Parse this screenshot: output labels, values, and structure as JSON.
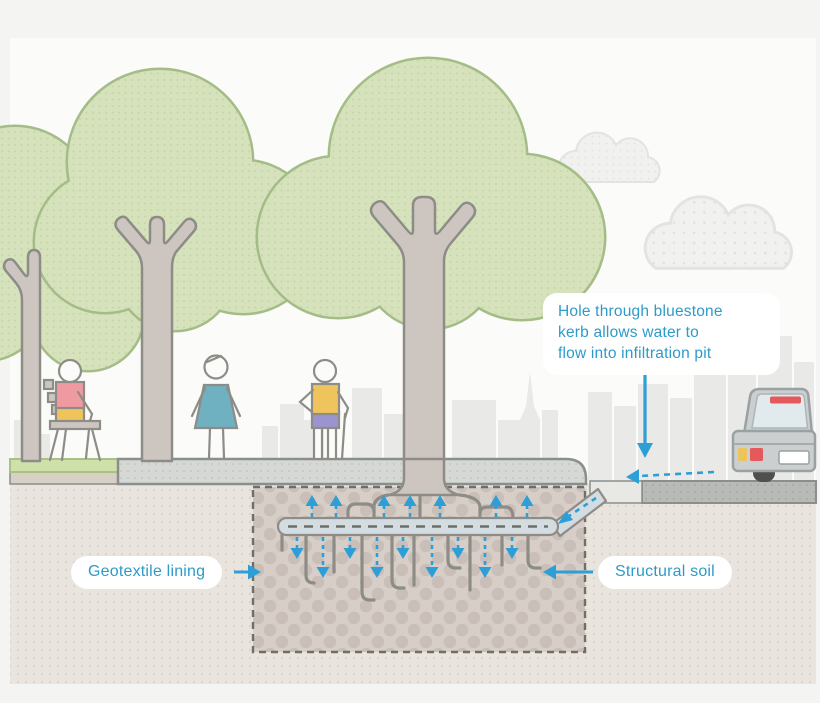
{
  "annotations": {
    "kerb_note": "Hole through bluestone\nkerb allows water to\nflow into infiltration pit",
    "geotextile_label": "Geotextile lining",
    "structural_soil_label": "Structural soil"
  },
  "colors": {
    "accent_blue": "#2E9FD6",
    "label_text_blue": "#2D9BC8",
    "canopy_green": "#D6E2BB",
    "canopy_outline_green": "#A4BD87",
    "grass_green": "#CFE0AB",
    "trunk_grey": "#CDC6C0",
    "outline_grey": "#8D8C87",
    "footpath_grey": "#D6D8D5",
    "road_grey": "#B8BAB7",
    "soil_beige": "#E9E4DE",
    "pit_taupe": "#D8CEC8",
    "pipe_blue_grey": "#D3DCE1",
    "skyline_grey": "#E9EAE8",
    "cloud_grey": "#F1F1EF",
    "car_body_grey": "#CBCFD0",
    "tail_light_red": "#E4595B",
    "indicator_amber": "#EDC45C",
    "shirt_pink": "#EF9AA0",
    "dress_teal": "#6FB0C1",
    "shirt_yellow": "#F0C45C",
    "shorts_purple": "#9A95CE",
    "page_background": "#F4F4F2",
    "canvas_white": "#FBFBF9"
  }
}
